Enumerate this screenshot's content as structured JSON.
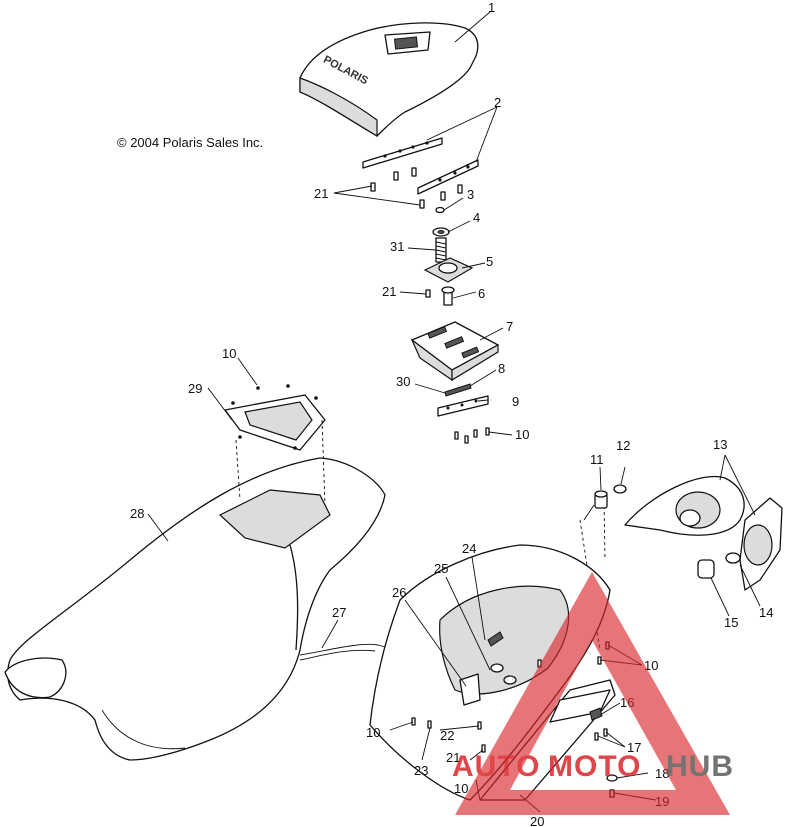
{
  "copyright": "© 2004 Polaris Sales Inc.",
  "brand_on_part": "POLARIS",
  "callouts": [
    {
      "id": "c1",
      "text": "1"
    },
    {
      "id": "c2",
      "text": "2"
    },
    {
      "id": "c21a",
      "text": "21"
    },
    {
      "id": "c3",
      "text": "3"
    },
    {
      "id": "c4",
      "text": "4"
    },
    {
      "id": "c31",
      "text": "31"
    },
    {
      "id": "c5",
      "text": "5"
    },
    {
      "id": "c21b",
      "text": "21"
    },
    {
      "id": "c6",
      "text": "6"
    },
    {
      "id": "c7",
      "text": "7"
    },
    {
      "id": "c30",
      "text": "30"
    },
    {
      "id": "c8",
      "text": "8"
    },
    {
      "id": "c9",
      "text": "9"
    },
    {
      "id": "c10a",
      "text": "10"
    },
    {
      "id": "c10b",
      "text": "10"
    },
    {
      "id": "c29",
      "text": "29"
    },
    {
      "id": "c28",
      "text": "28"
    },
    {
      "id": "c11",
      "text": "11"
    },
    {
      "id": "c12",
      "text": "12"
    },
    {
      "id": "c13",
      "text": "13"
    },
    {
      "id": "c24",
      "text": "24"
    },
    {
      "id": "c25",
      "text": "25"
    },
    {
      "id": "c26",
      "text": "26"
    },
    {
      "id": "c27",
      "text": "27"
    },
    {
      "id": "c15",
      "text": "15"
    },
    {
      "id": "c14",
      "text": "14"
    },
    {
      "id": "c10c",
      "text": "10"
    },
    {
      "id": "c16",
      "text": "16"
    },
    {
      "id": "c10d",
      "text": "10"
    },
    {
      "id": "c22",
      "text": "22"
    },
    {
      "id": "c21c",
      "text": "21"
    },
    {
      "id": "c17",
      "text": "17"
    },
    {
      "id": "c23",
      "text": "23"
    },
    {
      "id": "c18",
      "text": "18"
    },
    {
      "id": "c10e",
      "text": "10"
    },
    {
      "id": "c19",
      "text": "19"
    },
    {
      "id": "c20",
      "text": "20"
    }
  ],
  "watermark": {
    "part1": "AUTO",
    "part2": "MOTO",
    "part3": "HUB",
    "color_red": "#d9262b",
    "color_gray": "#5b5b5b"
  }
}
